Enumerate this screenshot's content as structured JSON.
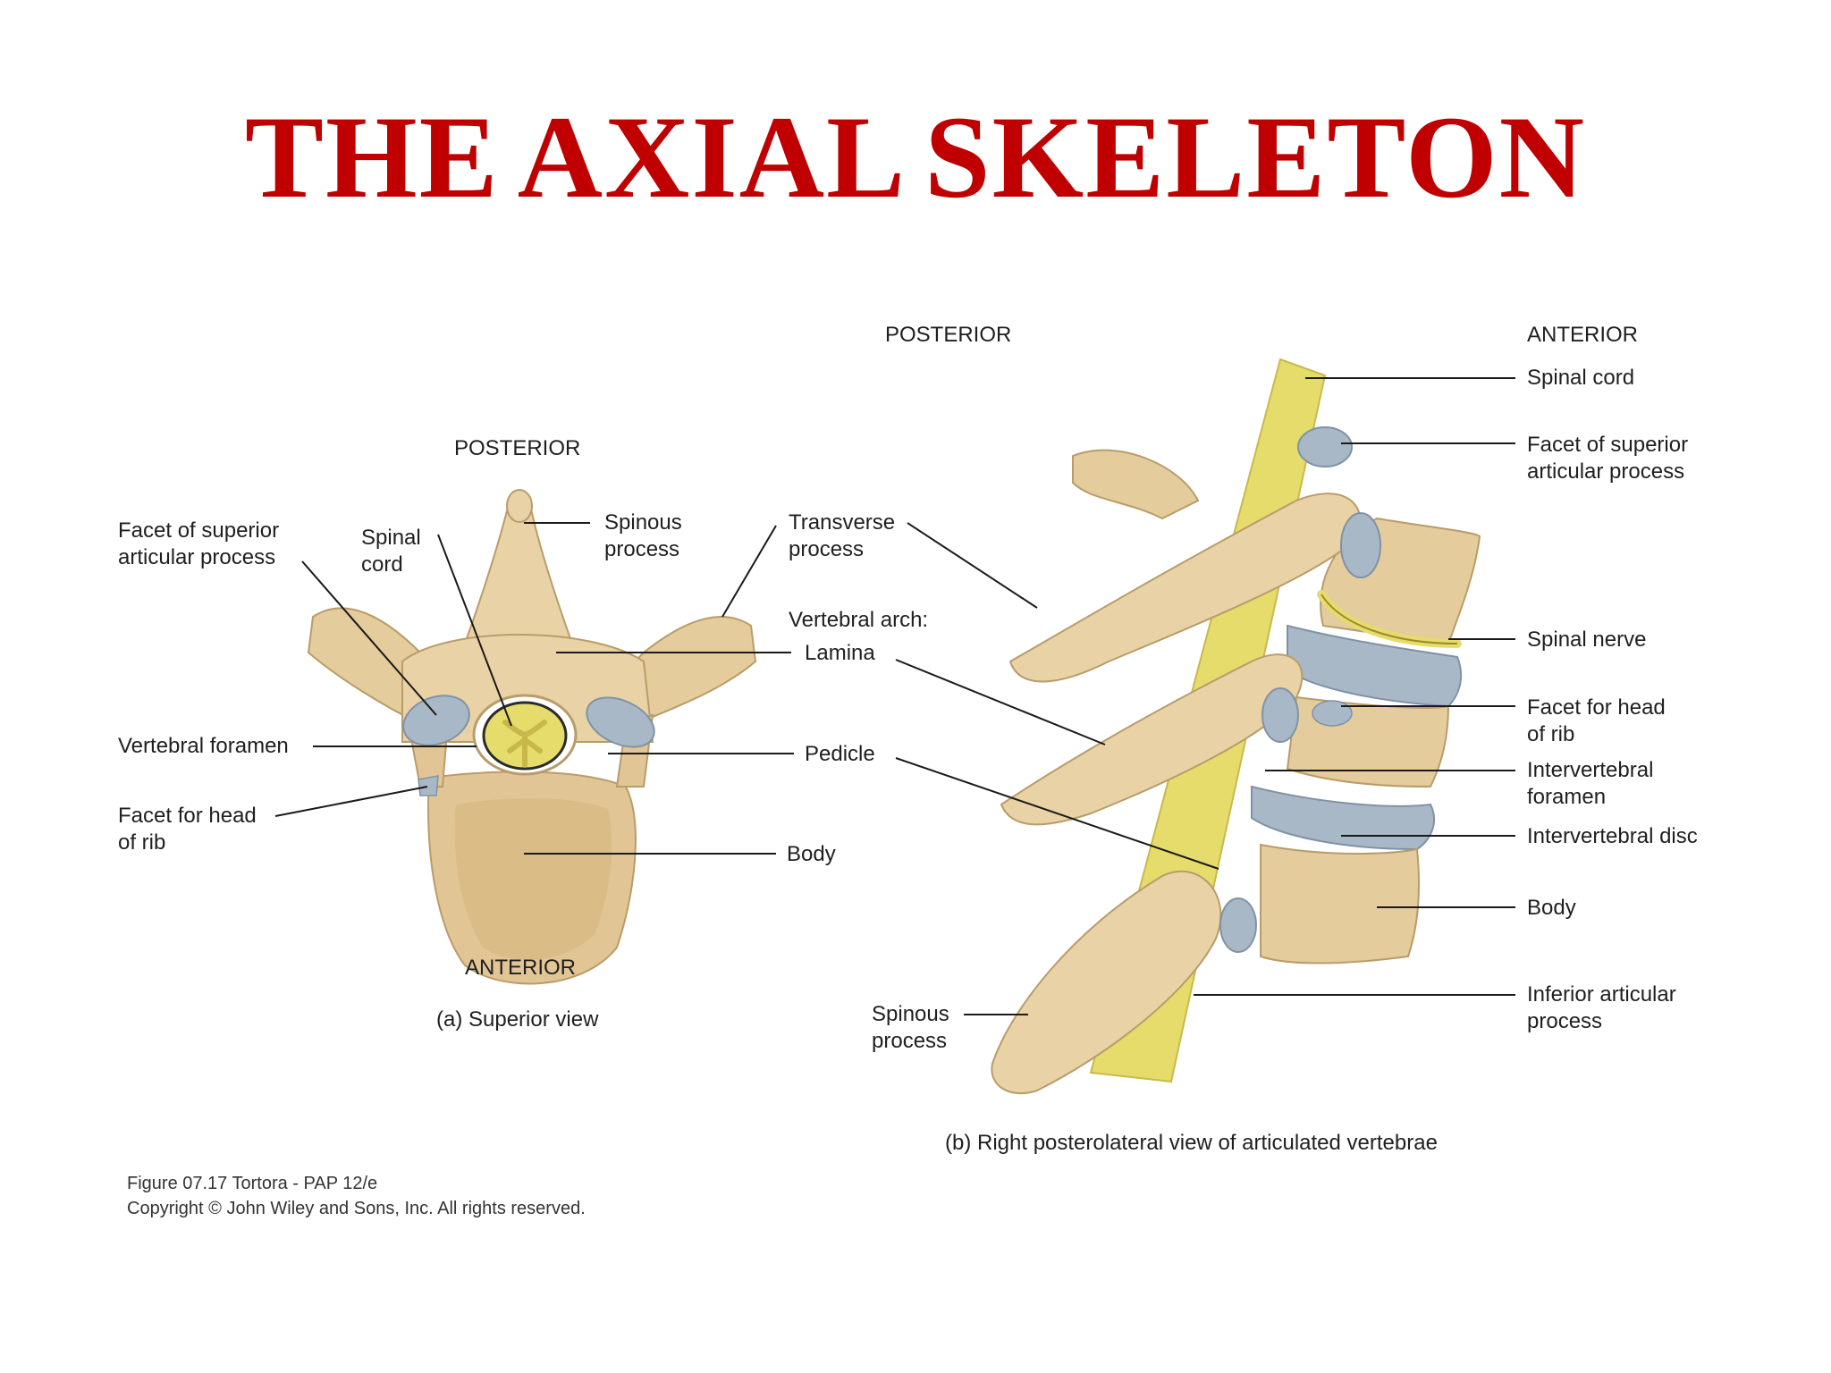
{
  "slide": {
    "title_words": [
      "THE",
      "AXIAL",
      "SKELETON"
    ]
  },
  "colors": {
    "title": "#c00000",
    "bone": "#e9d3a6",
    "bone_dark": "#c9ad7c",
    "facet": "#a9b8c6",
    "cord": "#e6dc6c",
    "leader": "#1a1a1a"
  },
  "figure_a": {
    "posterior": "POSTERIOR",
    "anterior": "ANTERIOR",
    "caption": "(a) Superior view",
    "labels": {
      "facet_superior_1": "Facet of superior",
      "facet_superior_2": "articular process",
      "spinal_cord_1": "Spinal",
      "spinal_cord_2": "cord",
      "spinous_1": "Spinous",
      "spinous_2": "process",
      "transverse_1": "Transverse",
      "transverse_2": "process",
      "vertebral_arch": "Vertebral arch:",
      "lamina": "Lamina",
      "vertebral_foramen": "Vertebral foramen",
      "pedicle": "Pedicle",
      "facet_head_rib_1": "Facet for head",
      "facet_head_rib_2": "of rib",
      "body": "Body"
    }
  },
  "figure_b": {
    "posterior": "POSTERIOR",
    "anterior": "ANTERIOR",
    "caption": "(b) Right posterolateral view of articulated vertebrae",
    "labels": {
      "spinal_cord": "Spinal cord",
      "facet_superior_1": "Facet of superior",
      "facet_superior_2": "articular process",
      "spinal_nerve": "Spinal nerve",
      "facet_head_rib_1": "Facet for head",
      "facet_head_rib_2": "of rib",
      "intervertebral_foramen_1": "Intervertebral",
      "intervertebral_foramen_2": "foramen",
      "intervertebral_disc": "Intervertebral disc",
      "body": "Body",
      "inferior_articular_1": "Inferior articular",
      "inferior_articular_2": "process",
      "spinous_1": "Spinous",
      "spinous_2": "process"
    }
  },
  "credit": {
    "line1": "Figure 07.17  Tortora - PAP 12/e",
    "line2": "Copyright © John Wiley and Sons, Inc. All rights reserved."
  }
}
